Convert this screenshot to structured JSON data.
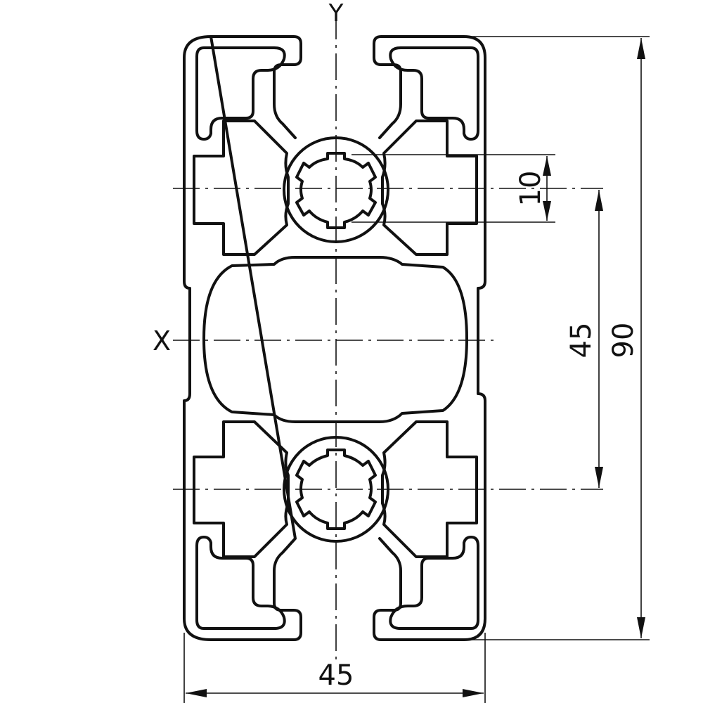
{
  "drawing": {
    "axis_y_label": "Y",
    "axis_x_label": "X",
    "dim_width": "45",
    "dim_height": "90",
    "dim_pitch": "45",
    "dim_bore": "10",
    "line_color": "#111111",
    "background": "#ffffff"
  }
}
